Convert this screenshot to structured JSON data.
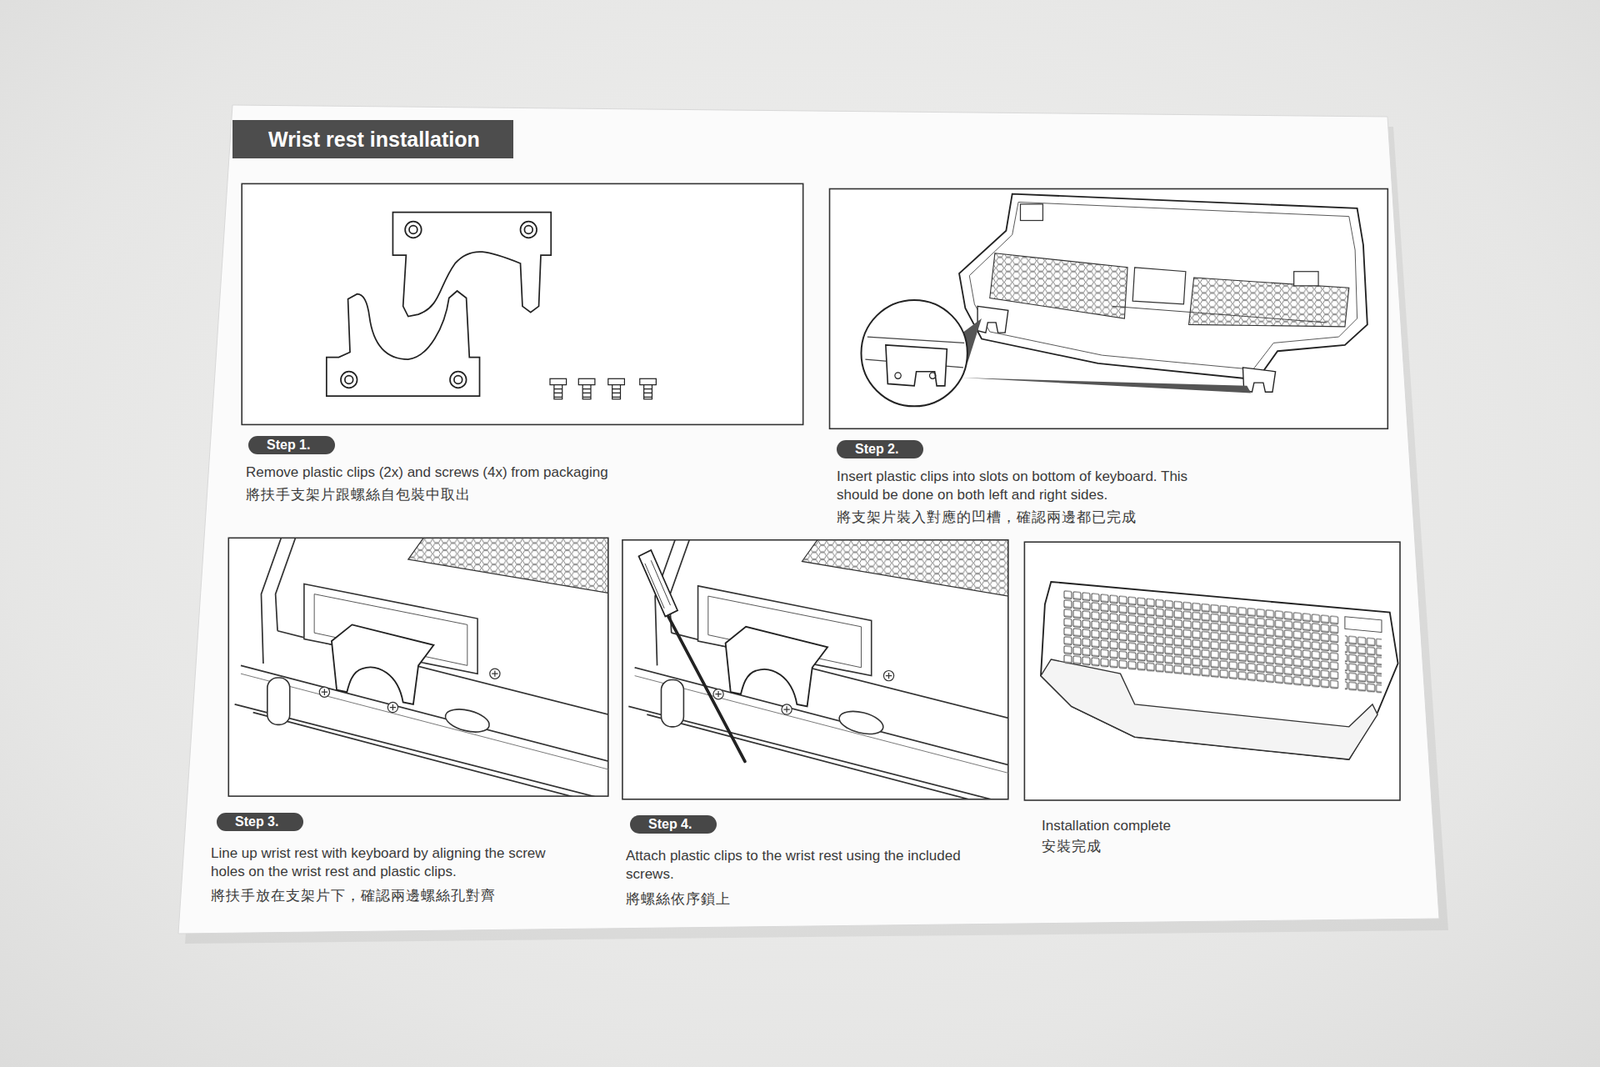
{
  "diagram": {
    "title": "Wrist rest installation",
    "nodes": [
      {
        "text": [
          "Step 1."
        ]
      },
      {
        "text": [
          "Step 2."
        ]
      },
      {
        "text": [
          "Step 3."
        ]
      },
      {
        "text": [
          "Step 4."
        ]
      }
    ],
    "edges": [],
    "labels": [
      "Remove plastic clips (2x) and screws (4x) from packaging",
      "將扶手支架片跟螺絲自包裝中取出",
      "Insert plastic clips into slots on bottom of keyboard. This should be done on both left and right sides.",
      "將支架片裝入對應的凹槽，確認兩邊都已完成",
      "Line up wrist rest with keyboard by aligning the screw holes on the wrist rest and plastic clips.",
      "將扶手放在支架片下，確認兩邊螺絲孔對齊",
      "Attach plastic clips to the wrist rest using the included screws.",
      "將螺絲依序鎖上",
      "Installation complete",
      "安裝完成"
    ]
  }
}
